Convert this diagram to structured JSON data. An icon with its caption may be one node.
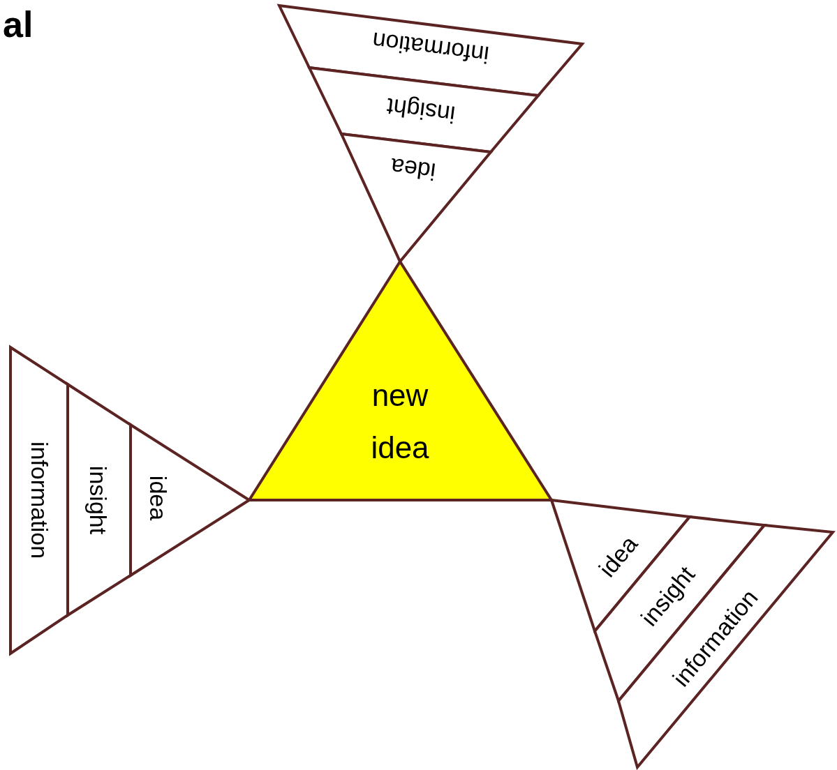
{
  "diagram": {
    "nodes": [
      {
        "text": [
          "new idea"
        ]
      },
      {
        "text": [
          "information"
        ]
      },
      {
        "text": [
          "insight"
        ]
      },
      {
        "text": [
          "idea"
        ]
      },
      {
        "text": [
          "information"
        ]
      },
      {
        "text": [
          "insight"
        ]
      },
      {
        "text": [
          "idea"
        ]
      },
      {
        "text": [
          "idea"
        ]
      },
      {
        "text": [
          "insight"
        ]
      },
      {
        "text": [
          "information"
        ]
      }
    ],
    "labels": [
      "al"
    ]
  }
}
